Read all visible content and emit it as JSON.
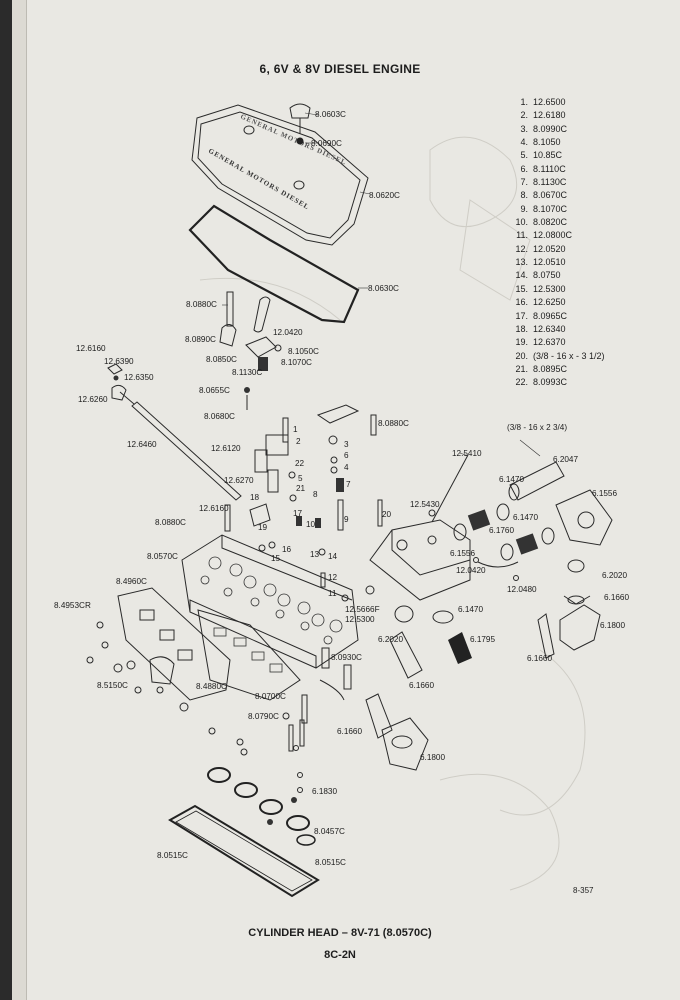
{
  "header": {
    "title": "6, 6V & 8V DIESEL ENGINE"
  },
  "cover_text": {
    "line1": "GENERAL MOTORS DIESEL",
    "line2": "GENERAL MOTORS DIESEL"
  },
  "parts_list": [
    {
      "num": "1.",
      "part": "12.6500"
    },
    {
      "num": "2.",
      "part": "12.6180"
    },
    {
      "num": "3.",
      "part": "8.0990C"
    },
    {
      "num": "4.",
      "part": "8.1050"
    },
    {
      "num": "5.",
      "part": "10.85C"
    },
    {
      "num": "6.",
      "part": "8.1110C"
    },
    {
      "num": "7.",
      "part": "8.1130C"
    },
    {
      "num": "8.",
      "part": "8.0670C"
    },
    {
      "num": "9.",
      "part": "8.1070C"
    },
    {
      "num": "10.",
      "part": "8.0820C"
    },
    {
      "num": "11.",
      "part": "12.0800C"
    },
    {
      "num": "12.",
      "part": "12.0520"
    },
    {
      "num": "13.",
      "part": "12.0510"
    },
    {
      "num": "14.",
      "part": "8.0750"
    },
    {
      "num": "15.",
      "part": "12.5300"
    },
    {
      "num": "16.",
      "part": "12.6250"
    },
    {
      "num": "17.",
      "part": "8.0965C"
    },
    {
      "num": "18.",
      "part": "12.6340"
    },
    {
      "num": "19.",
      "part": "12.6370"
    },
    {
      "num": "20.",
      "part": "(3/8 - 16 x - 3 1/2)"
    },
    {
      "num": "21.",
      "part": "8.0895C"
    },
    {
      "num": "22.",
      "part": "8.0993C"
    }
  ],
  "callouts": {
    "c01": "8.0603C",
    "c02": "8.0690C",
    "c03": "8.0620C",
    "c04": "8.0630C",
    "c05": "8.0880C",
    "c06": "12.0420",
    "c07": "8.0890C",
    "c08": "8.1050C",
    "c09": "8.0850C",
    "c10": "8.1070C",
    "c11": "8.1130C",
    "c12": "12.6160",
    "c13": "12.6390",
    "c14": "12.6350",
    "c15": "12.6260",
    "c16": "8.0655C",
    "c17": "8.0680C",
    "c18": "12.6460",
    "c19": "8.0880C",
    "c20": "12.6120",
    "c21": "12.6270",
    "c22": "12.6160",
    "c23": "8.0880C",
    "c24": "8.0570C",
    "c25": "8.4960C",
    "c26": "8.4953CR",
    "c27": "8.5150C",
    "c28": "8.4880C",
    "c29": "8.0700C",
    "c30": "8.0790C",
    "c31": "8.0930C",
    "c32": "12.5666F",
    "c33": "12.5300",
    "c34": "12.5410",
    "c35": "12.5430",
    "c36": "(3/8 - 16 x 2 3/4)",
    "c37": "6.2047",
    "c38": "6.1470",
    "c39": "6.1556",
    "c40": "6.1470",
    "c41": "6.1760",
    "c42": "6.1556",
    "c43": "12.0420",
    "c44": "12.0480",
    "c45": "6.2020",
    "c46": "6.1660",
    "c47": "6.1470",
    "c48": "6.1800",
    "c49": "6.2020",
    "c50": "6.1795",
    "c51": "6.1660",
    "c52": "6.1660",
    "c53": "6.1660",
    "c54": "6.1800",
    "c55": "6.1830",
    "c56": "8.0457C",
    "c57": "8.0515C",
    "c58": "8.0515C",
    "k1": "1",
    "k2": "2",
    "k3": "3",
    "k4": "4",
    "k5": "5",
    "k6": "6",
    "k7": "7",
    "k8": "8",
    "k9": "9",
    "k10": "10",
    "k11": "11",
    "k12": "12",
    "k13": "13",
    "k14": "14",
    "k15": "15",
    "k16": "16",
    "k17": "17",
    "k18": "18",
    "k19": "19",
    "k20": "20",
    "k21": "21",
    "k22": "22"
  },
  "figure_ref": "8-357",
  "caption": "CYLINDER HEAD – 8V-71 (8.0570C)",
  "page_number": "8C-2N"
}
